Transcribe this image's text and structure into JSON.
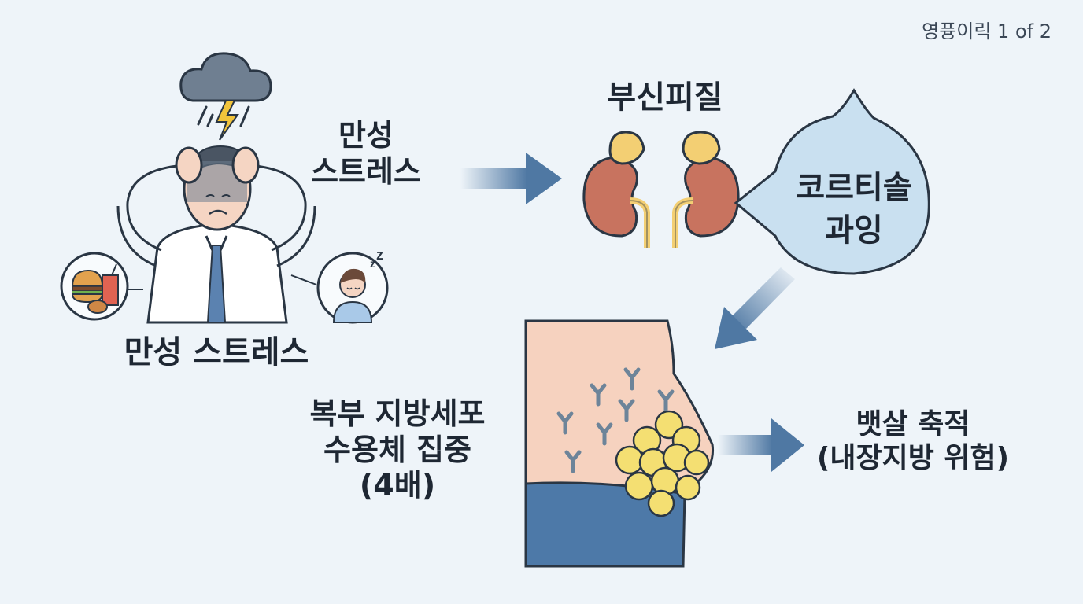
{
  "page_counter": "영퓽이릭 1 of 2",
  "labels": {
    "stress_arrow_line1": "만성",
    "stress_arrow_line2": "스트레스",
    "stress_person": "만성 스트레스",
    "adrenal": "부신피질",
    "cortisol_line1": "코르티솔",
    "cortisol_line2": "과잉",
    "receptors_line1": "복부 지방세포",
    "receptors_line2": "수용체 집중",
    "receptors_line3": "(4배)",
    "bellyfat_line1": "뱃살 축적",
    "bellyfat_line2": "(내장지방 위험)"
  },
  "colors": {
    "background": "#eef4f9",
    "arrow": "#4f78a3",
    "kidney": "#c8735f",
    "adrenal_gland": "#f3cf73",
    "bubble": "#c9e0f0",
    "skin": "#f6d2bf",
    "pants": "#4d79a8",
    "fat_cell": "#f4df72",
    "receptor": "#6d8499"
  },
  "icons": {
    "storm": "storm-cloud-icon",
    "food": "junk-food-icon",
    "sleep": "sleeping-person-icon"
  }
}
